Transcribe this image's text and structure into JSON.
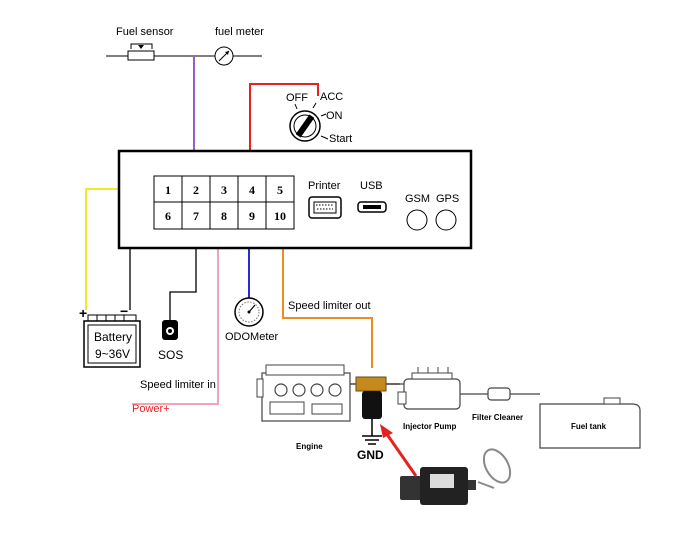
{
  "colors": {
    "yellow": "#f2ea28",
    "purple": "#9a5cc6",
    "red": "#e52222",
    "blue": "#2a2ad8",
    "pink": "#f3a3b8",
    "orange": "#f08a24",
    "black": "#000000"
  },
  "top": {
    "fuel_sensor": "Fuel sensor",
    "fuel_meter": "fuel meter"
  },
  "ignition": {
    "off": "OFF",
    "acc": "ACC",
    "on": "ON",
    "start": "Start"
  },
  "device": {
    "pins": [
      "1",
      "2",
      "3",
      "4",
      "5",
      "6",
      "7",
      "8",
      "9",
      "10"
    ],
    "printer": "Printer",
    "usb": "USB",
    "gsm": "GSM",
    "gps": "GPS"
  },
  "battery": {
    "plus": "+",
    "minus": "−",
    "label": "Battery",
    "voltage": "9~36V"
  },
  "sos": "SOS",
  "odometer": "ODOMeter",
  "speed_limiter_in": "Speed limiter in",
  "power_plus": "Power+",
  "speed_limiter_out": "Speed limiter out",
  "engine": "Engine",
  "gnd": "GND",
  "injector_pump": "Injector Pump",
  "filter_cleaner": "Filter Cleaner",
  "fuel_tank": "Fuel tank"
}
